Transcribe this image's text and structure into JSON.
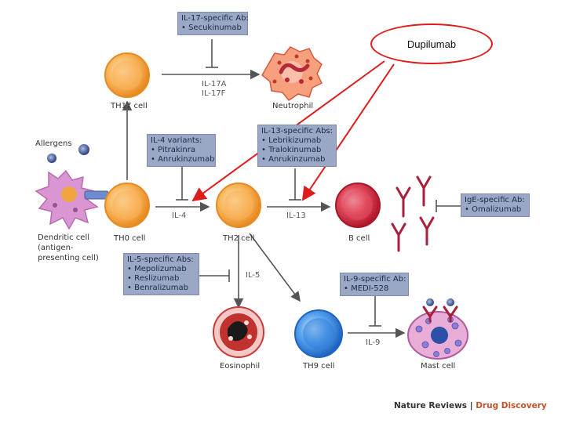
{
  "callout": {
    "text": "Dupilumab"
  },
  "boxes": {
    "il17": {
      "title": "IL-17-specific Ab:",
      "items": [
        "• Secukinumab"
      ]
    },
    "il4v": {
      "title": "IL-4 variants:",
      "items": [
        "• Pitrakinra",
        "• Anrukinzumab"
      ]
    },
    "il13": {
      "title": "IL-13-specific Abs:",
      "items": [
        "• Lebrikizumab",
        "• Tralokinumab",
        "• Anrukinzumab"
      ]
    },
    "ige": {
      "title": "IgE-specific Ab:",
      "items": [
        "• Omalizumab"
      ]
    },
    "il5": {
      "title": "IL-5-specific Abs:",
      "items": [
        "• Mepolizumab",
        "• Reslizumab",
        "• Benralizumab"
      ]
    },
    "il9": {
      "title": "IL-9-specific Ab:",
      "items": [
        "• MEDI-528"
      ]
    }
  },
  "cells": {
    "th17": "TH17 cell",
    "neutrophil": "Neutrophil",
    "allergens": "Allergens",
    "dendritic": [
      "Dendritic cell",
      "(antigen-",
      "presenting cell)"
    ],
    "th0": "TH0 cell",
    "th2": "TH2 cell",
    "bcell": "B cell",
    "eosinophil": "Eosinophil",
    "th9": "TH9 cell",
    "mast": "Mast cell"
  },
  "cytokines": {
    "il17a": "IL-17A",
    "il17f": "IL-17F",
    "il4": "IL-4",
    "il13": "IL-13",
    "il5": "IL-5",
    "il9": "IL-9"
  },
  "credit": {
    "journal": "Nature Reviews",
    "separator": " | ",
    "section": "Drug Discovery"
  },
  "colors": {
    "box": "#9aa8c6",
    "callout": "#e01b1b",
    "t_cell": "#f5a54a",
    "b_cell": "#d9233f",
    "th9": "#3f8fe0",
    "antibody": "#a8203b"
  }
}
